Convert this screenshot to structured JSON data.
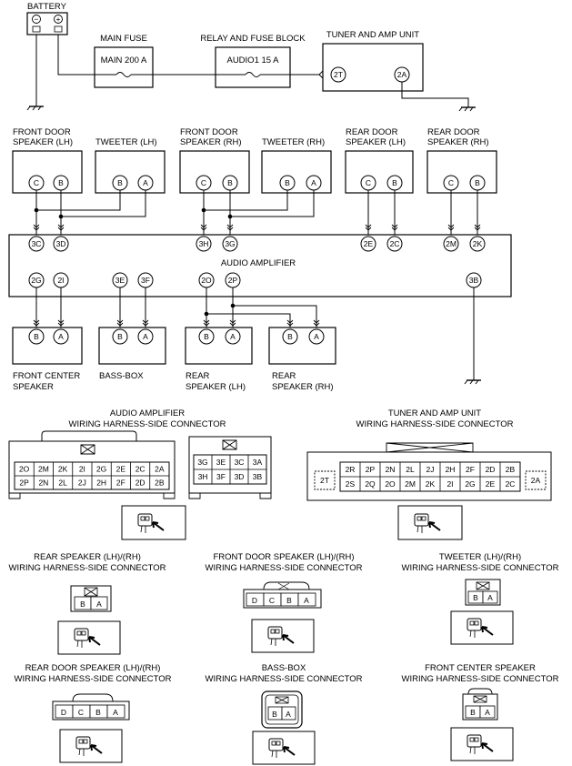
{
  "top": {
    "battery": "BATTERY",
    "battery_minus": "−",
    "battery_plus": "+",
    "main_fuse_title": "MAIN FUSE",
    "main_fuse": "MAIN 200 A",
    "relay_block_title": "RELAY AND FUSE BLOCK",
    "audio_fuse": "AUDIO1 15 A",
    "tuner_title": "TUNER AND AMP UNIT",
    "tuner_pins": [
      "2T",
      "2A"
    ]
  },
  "speakers_top": [
    {
      "l1": "FRONT DOOR",
      "l2": "SPEAKER (LH)",
      "pins": [
        "C",
        "B"
      ],
      "amp_pins": [
        "3C",
        "3D"
      ]
    },
    {
      "l1": "TWEETER (LH)",
      "l2": "",
      "pins": [
        "B",
        "A"
      ],
      "amp_pins": []
    },
    {
      "l1": "FRONT DOOR",
      "l2": "SPEAKER (RH)",
      "pins": [
        "C",
        "B"
      ],
      "amp_pins": [
        "3H",
        "3G"
      ]
    },
    {
      "l1": "TWEETER (RH)",
      "l2": "",
      "pins": [
        "B",
        "A"
      ],
      "amp_pins": []
    },
    {
      "l1": "REAR DOOR",
      "l2": "SPEAKER (LH)",
      "pins": [
        "C",
        "B"
      ],
      "amp_pins": [
        "2E",
        "2C"
      ]
    },
    {
      "l1": "REAR DOOR",
      "l2": "SPEAKER (RH)",
      "pins": [
        "C",
        "B"
      ],
      "amp_pins": [
        "2M",
        "2K"
      ]
    }
  ],
  "amp": {
    "title": "AUDIO AMPLIFIER",
    "bottom_pins": [
      "2G",
      "2I",
      "3E",
      "3F",
      "2O",
      "2P",
      "3B"
    ]
  },
  "speakers_bottom": [
    {
      "l1": "FRONT CENTER",
      "l2": "SPEAKER",
      "pins": [
        "B",
        "A"
      ]
    },
    {
      "l1": "BASS-BOX",
      "l2": "",
      "pins": [
        "B",
        "A"
      ]
    },
    {
      "l1": "REAR",
      "l2": "SPEAKER (LH)",
      "pins": [
        "B",
        "A"
      ]
    },
    {
      "l1": "REAR",
      "l2": "SPEAKER (RH)",
      "pins": [
        "B",
        "A"
      ]
    }
  ],
  "connectors": {
    "amp": {
      "t1": "AUDIO AMPLIFIER",
      "t2": "WIRING HARNESS-SIDE CONNECTOR",
      "big_row1": [
        "2O",
        "2M",
        "2K",
        "2I",
        "2G",
        "2E",
        "2C",
        "2A"
      ],
      "big_row2": [
        "2P",
        "2N",
        "2L",
        "2J",
        "2H",
        "2F",
        "2D",
        "2B"
      ],
      "small_row1": [
        "3G",
        "3E",
        "3C",
        "3A"
      ],
      "small_row2": [
        "3H",
        "3F",
        "3D",
        "3B"
      ]
    },
    "tuner": {
      "t1": "TUNER AND AMP UNIT",
      "t2": "WIRING HARNESS-SIDE CONNECTOR",
      "left": "2T",
      "right": "2A",
      "row1": [
        "2R",
        "2P",
        "2N",
        "2L",
        "2J",
        "2H",
        "2F",
        "2D",
        "2B"
      ],
      "row2": [
        "2S",
        "2Q",
        "2O",
        "2M",
        "2K",
        "2I",
        "2G",
        "2E",
        "2C"
      ]
    },
    "rear_spk": {
      "t1": "REAR SPEAKER (LH)/(RH)",
      "t2": "WIRING HARNESS-SIDE CONNECTOR",
      "cells": [
        "B",
        "A"
      ]
    },
    "front_door": {
      "t1": "FRONT DOOR SPEAKER (LH)/(RH)",
      "t2": "WIRING HARNESS-SIDE CONNECTOR",
      "cells": [
        "D",
        "C",
        "B",
        "A"
      ]
    },
    "tweeter": {
      "t1": "TWEETER (LH)/(RH)",
      "t2": "WIRING HARNESS-SIDE CONNECTOR",
      "cells": [
        "B",
        "A"
      ]
    },
    "rear_door": {
      "t1": "REAR DOOR SPEAKER (LH)/(RH)",
      "t2": "WIRING HARNESS-SIDE CONNECTOR",
      "cells": [
        "D",
        "C",
        "B",
        "A"
      ]
    },
    "bass_box": {
      "t1": "BASS-BOX",
      "t2": "WIRING HARNESS-SIDE CONNECTOR",
      "cells": [
        "B",
        "A"
      ]
    },
    "front_center": {
      "t1": "FRONT CENTER SPEAKER",
      "t2": "WIRING HARNESS-SIDE CONNECTOR",
      "cells": [
        "B",
        "A"
      ]
    }
  }
}
